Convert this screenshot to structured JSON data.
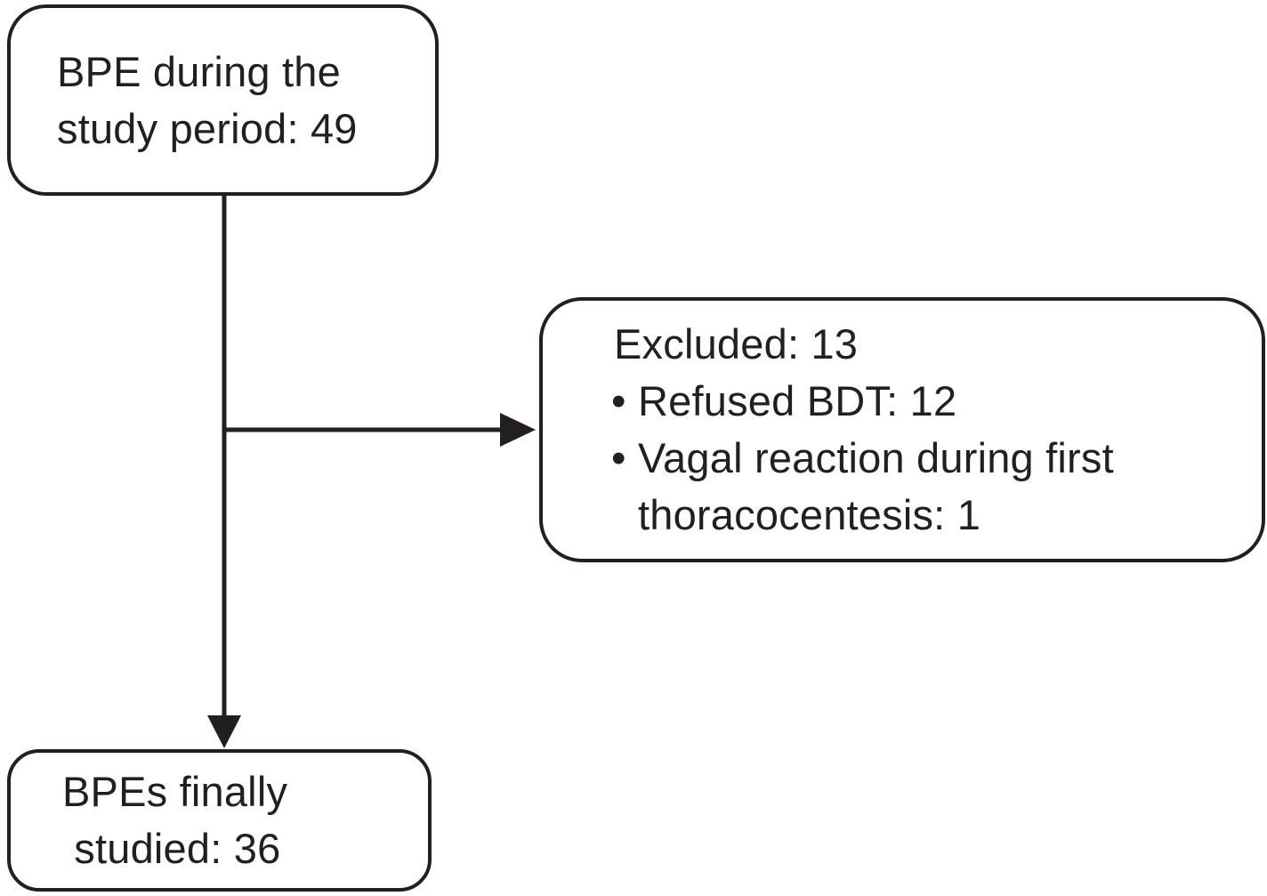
{
  "canvas": {
    "background": "#ffffff",
    "ink": "#231f20"
  },
  "nodes": {
    "start": {
      "text": "BPE during the\nstudy period: 49"
    },
    "excluded": {
      "title": "Excluded: 13",
      "bullet_glyph": "•",
      "bullets": [
        {
          "text": "Refused BDT: 12"
        },
        {
          "text": "Vagal reaction during first thoracocentesis: 1"
        }
      ]
    },
    "end": {
      "text": "BPEs finally\n studied: 36"
    }
  }
}
